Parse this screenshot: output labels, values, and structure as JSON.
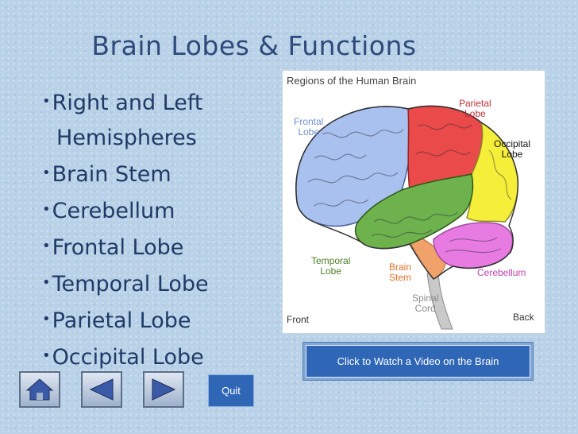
{
  "slide": {
    "title": "Brain Lobes & Functions",
    "bullets": [
      {
        "line1": "Right and Left",
        "line2": "Hemispheres"
      },
      {
        "line1": "Brain Stem"
      },
      {
        "line1": "Cerebellum"
      },
      {
        "line1": "Frontal Lobe"
      },
      {
        "line1": "Temporal Lobe"
      },
      {
        "line1": "Parietal Lobe"
      },
      {
        "line1": "Occipital Lobe"
      }
    ],
    "bullet_glyph": "•"
  },
  "figure": {
    "title": "Regions of the Human Brain",
    "labels": {
      "frontal": "Frontal\nLobe",
      "parietal": "Parietal\nLobe",
      "occipital": "Occipital\nLobe",
      "temporal": "Temporal\nLobe",
      "brainstem": "Brain\nStem",
      "cerebellum": "Cerebellum",
      "spinal": "Spinal\nCord",
      "front": "Front",
      "back": "Back"
    },
    "colors": {
      "frontal": "#a9c1ee",
      "parietal": "#ea4a4a",
      "occipital": "#f5ef3a",
      "temporal": "#6db24c",
      "cerebellum": "#e77be2",
      "brainstem": "#f1a16a",
      "spinal": "#c9c9c9"
    }
  },
  "buttons": {
    "video": "Click to Watch a Video on the Brain",
    "quit": "Quit",
    "home_icon": "home-icon",
    "back_icon": "triangle-left-icon",
    "forward_icon": "triangle-right-icon"
  }
}
